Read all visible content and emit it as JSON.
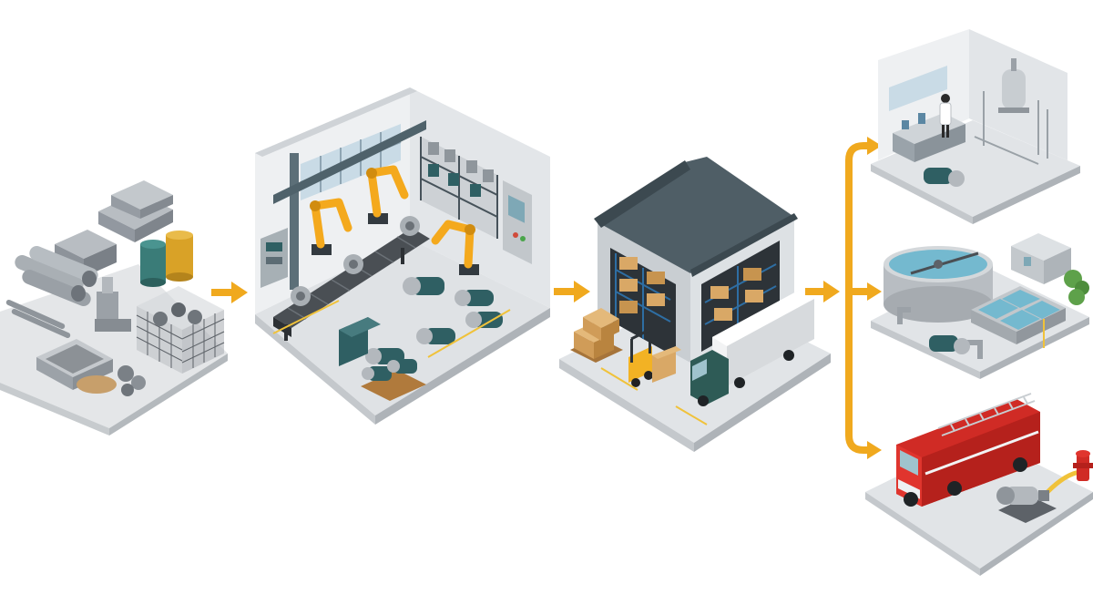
{
  "theme": {
    "background": "#ffffff",
    "arrow_color": "#f0a91e",
    "platform_top": "#e4e6e8",
    "platform_side_left": "#c7cbce",
    "platform_side_right": "#b4b9bd",
    "wall_color": "#eef0f2",
    "wall_shade": "#d6dadd",
    "robot_color": "#f4a91d",
    "pump_color": "#2f5f63",
    "steel_color": "#a9afb4",
    "roof_color": "#4f5e66",
    "box_color": "#d9a866",
    "truck_cab": "#2e5b56",
    "fire_truck": "#d02b25",
    "water_color": "#74b9cf",
    "tree_color": "#5ea14a"
  },
  "flow": {
    "stages": [
      {
        "id": "raw-materials",
        "icon": "raw-materials-icon"
      },
      {
        "id": "pump-factory",
        "icon": "factory-icon"
      },
      {
        "id": "warehouse",
        "icon": "warehouse-icon"
      }
    ],
    "destinations": [
      {
        "id": "laboratory",
        "icon": "lab-icon"
      },
      {
        "id": "water-treatment",
        "icon": "water-treatment-icon"
      },
      {
        "id": "fire-protection",
        "icon": "fire-truck-icon"
      }
    ]
  }
}
